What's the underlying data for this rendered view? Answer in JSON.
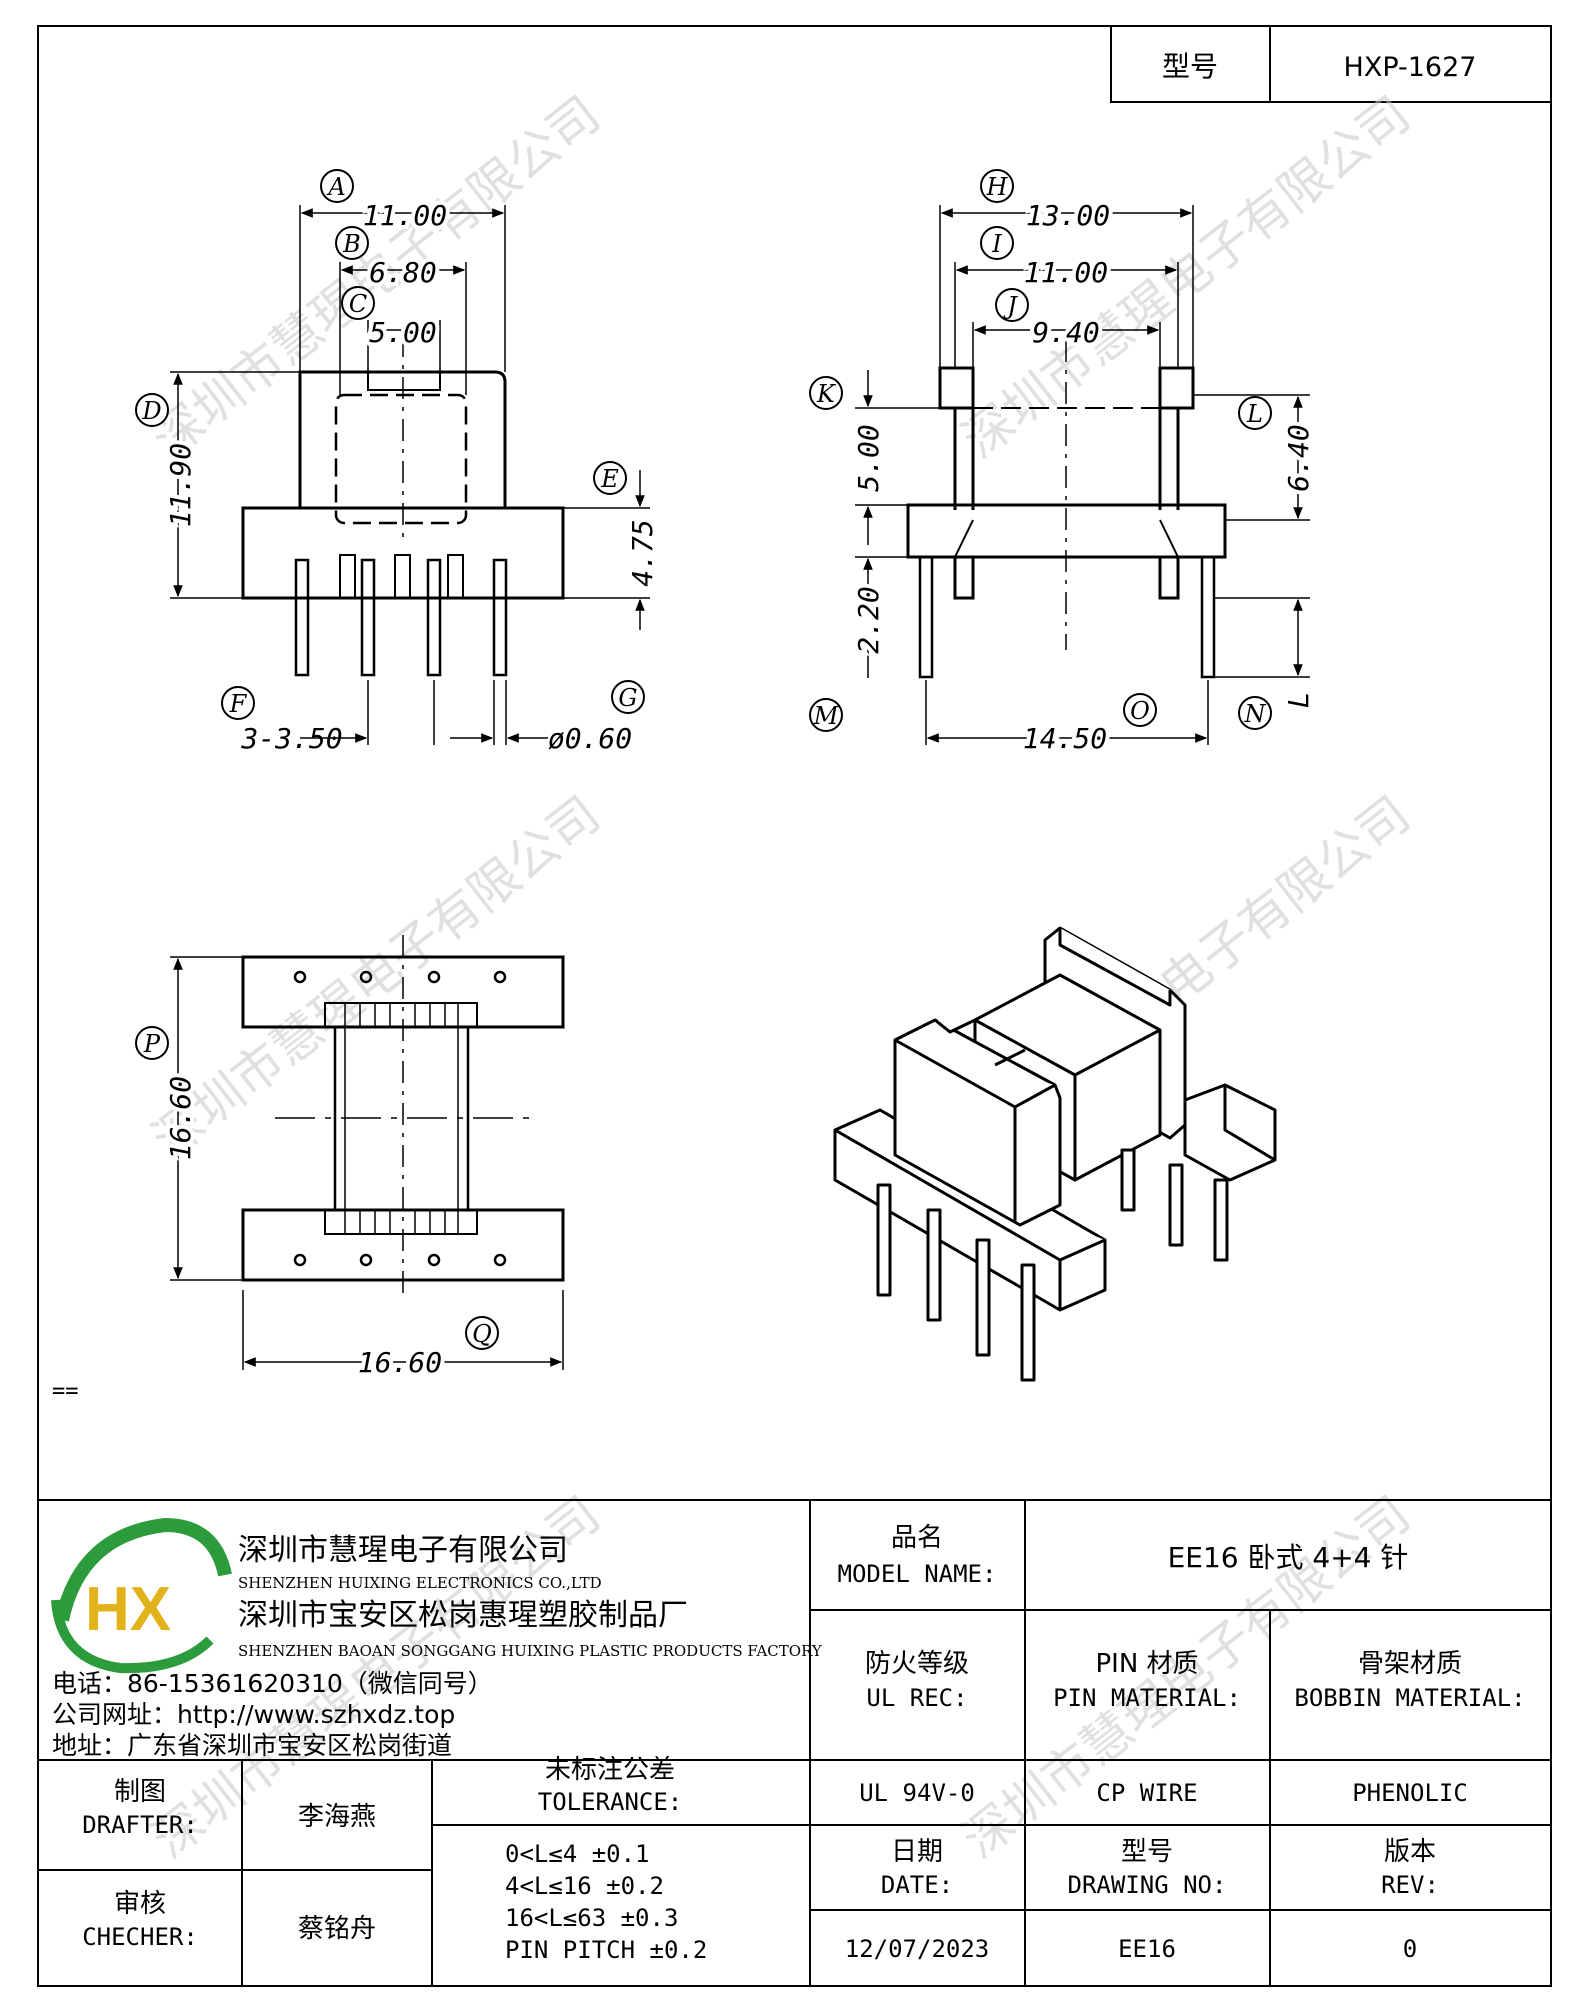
{
  "header": {
    "model_label": "型号",
    "model_value": "HXP-1627"
  },
  "watermark": "深圳市慧瑆电子有限公司",
  "front_view": {
    "markers": [
      "A",
      "B",
      "C",
      "D",
      "E",
      "F",
      "G"
    ],
    "dims": {
      "A": "11.00",
      "B": "6.80",
      "C": "5.00",
      "D": "11.90",
      "E": "4.75",
      "F": "3-3.50",
      "G": "ø0.60"
    }
  },
  "side_view": {
    "markers": [
      "H",
      "I",
      "J",
      "K",
      "L",
      "M",
      "N",
      "O"
    ],
    "dims": {
      "H": "13.00",
      "I": "11.00",
      "J": "9.40",
      "K": "5.00",
      "L": "6.40",
      "M": "2.20",
      "N": "L",
      "O": "14.50"
    }
  },
  "bottom_view": {
    "markers": [
      "P",
      "Q"
    ],
    "dims": {
      "P": "16.60",
      "Q": "16.60"
    }
  },
  "stray_text": "==",
  "company": {
    "name_cn": "深圳市慧瑆电子有限公司",
    "name_en": "SHENZHEN HUIXING ELECTRONICS CO.,LTD",
    "factory_cn": "深圳市宝安区松岗惠瑆塑胶制品厂",
    "factory_en": "SHENZHEN BAOAN SONGGANG HUIXING PLASTIC PRODUCTS FACTORY",
    "phone": "电话：86-15361620310（微信同号）",
    "website": "公司网址：http://www.szhxdz.top",
    "address": "地址：广东省深圳市宝安区松岗街道",
    "logo_letters": "HX"
  },
  "title_block": {
    "model_name_cn": "品名",
    "model_name_en": "MODEL NAME:",
    "model_name_value": "EE16 卧式 4+4 针",
    "fire_cn": "防火等级",
    "fire_en": "UL REC:",
    "pin_cn": "PIN 材质",
    "pin_en": "PIN MATERIAL:",
    "bobbin_cn": "骨架材质",
    "bobbin_en": "BOBBIN MATERIAL:",
    "fire_value": "UL 94V-0",
    "pin_value": "CP WIRE",
    "bobbin_value": "PHENOLIC",
    "date_cn": "日期",
    "date_en": "DATE:",
    "drawing_cn": "型号",
    "drawing_en": "DRAWING NO:",
    "rev_cn": "版本",
    "rev_en": "REV:",
    "date_value": "12/07/2023",
    "drawing_value": "EE16",
    "rev_value": "0",
    "drafter_cn": "制图",
    "drafter_en": "DRAFTER:",
    "drafter_value": "李海燕",
    "checker_cn": "审核",
    "checker_en": "CHECHER:",
    "checker_value": "蔡铭舟",
    "tolerance_cn": "未标注公差",
    "tolerance_en": "TOLERANCE:",
    "tolerance_lines": [
      "0<L≤4   ±0.1",
      "4<L≤16  ±0.2",
      "16<L≤63  ±0.3",
      "PIN PITCH  ±0.2"
    ]
  }
}
